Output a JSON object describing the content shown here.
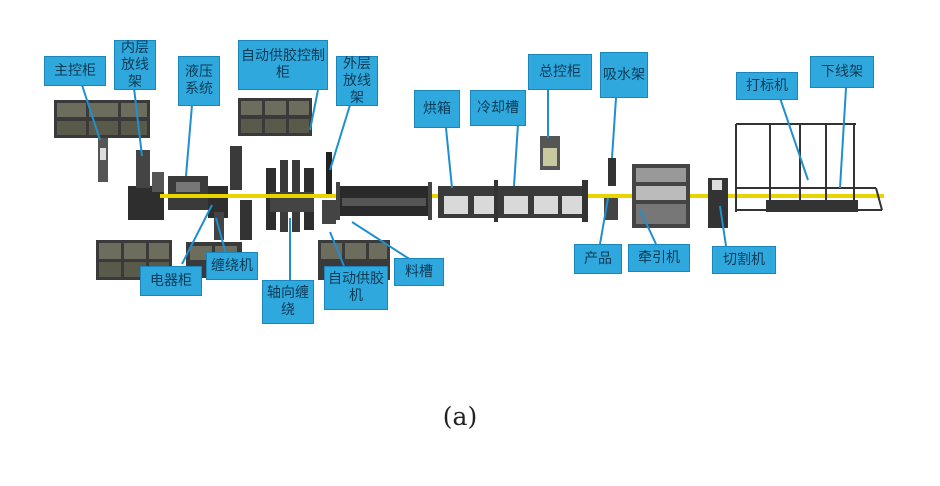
{
  "colors": {
    "callout_fill": "#2fa9dd",
    "callout_border": "#1a86bb",
    "leader_line": "#1f8fcf",
    "pipe_line": "#e8d400",
    "equipment_dark": "#2a2a2a",
    "equipment_grey": "#8a8a8a"
  },
  "labels": {
    "main_control_cabinet": "主控柜",
    "inner_layer_payoff_stand": "内层放线架",
    "hydraulic_pressure": "液压系统",
    "auto_supply_control_cabinet": "自动供胶控制柜",
    "outer_layer_payoff_stand": "外层放线架",
    "oven": "烘箱",
    "cooling_tank": "冷却槽",
    "end_control_cabinet": "总控柜",
    "suction_water_stand": "吸水架",
    "cutter": "打标机",
    "take_down_frame": "下线架",
    "bottom_cabinet": "电器柜",
    "winding_machine": "缠绕机",
    "axial_winding": "轴向缠绕",
    "auto_supply_machine": "自动供胶机",
    "material_tank": "料槽",
    "product": "产品",
    "traction_machine": "牵引机",
    "cutting_cabinet": "切割机"
  },
  "caption": "(a)"
}
